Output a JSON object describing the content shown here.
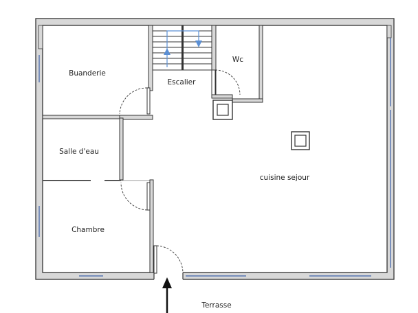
{
  "rooms": {
    "buanderie": "Buanderie",
    "escalier": "Escalier",
    "wc": "Wc",
    "salle_eau": "Salle d'eau",
    "cuisine_sejour": "cuisine sejour",
    "chambre": "Chambre",
    "terrasse": "Terrasse"
  },
  "colors": {
    "wall": "#d8d8d8",
    "outline": "#333333",
    "window": "#3a5fa8",
    "stair_arrow": "#5b8fd4"
  }
}
